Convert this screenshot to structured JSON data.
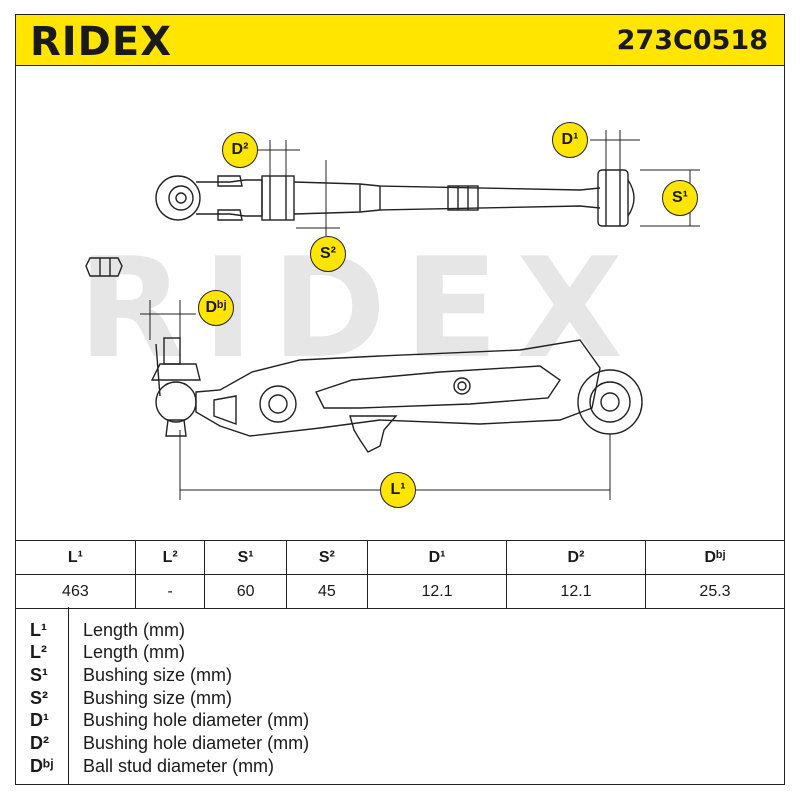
{
  "header": {
    "brand": "RIDEX",
    "part_number": "273C0518"
  },
  "watermark": "RIDEX",
  "badges": {
    "d2": "D²",
    "d1": "D¹",
    "s1": "S¹",
    "s2": "S²",
    "dbj": "Dᵇʲ",
    "l1": "L¹"
  },
  "table": {
    "headers": [
      "L¹",
      "L²",
      "S¹",
      "S²",
      "D¹",
      "D²",
      "Dᵇʲ"
    ],
    "values": [
      "463",
      "-",
      "60",
      "45",
      "12.1",
      "12.1",
      "25.3"
    ]
  },
  "legend": [
    {
      "code": "L¹",
      "desc": "Length (mm)"
    },
    {
      "code": "L²",
      "desc": "Length (mm)"
    },
    {
      "code": "S¹",
      "desc": "Bushing size (mm)"
    },
    {
      "code": "S²",
      "desc": "Bushing size (mm)"
    },
    {
      "code": "D¹",
      "desc": "Bushing hole diameter (mm)"
    },
    {
      "code": "D²",
      "desc": "Bushing hole diameter (mm)"
    },
    {
      "code": "Dᵇʲ",
      "desc": "Ball stud diameter (mm)"
    }
  ]
}
